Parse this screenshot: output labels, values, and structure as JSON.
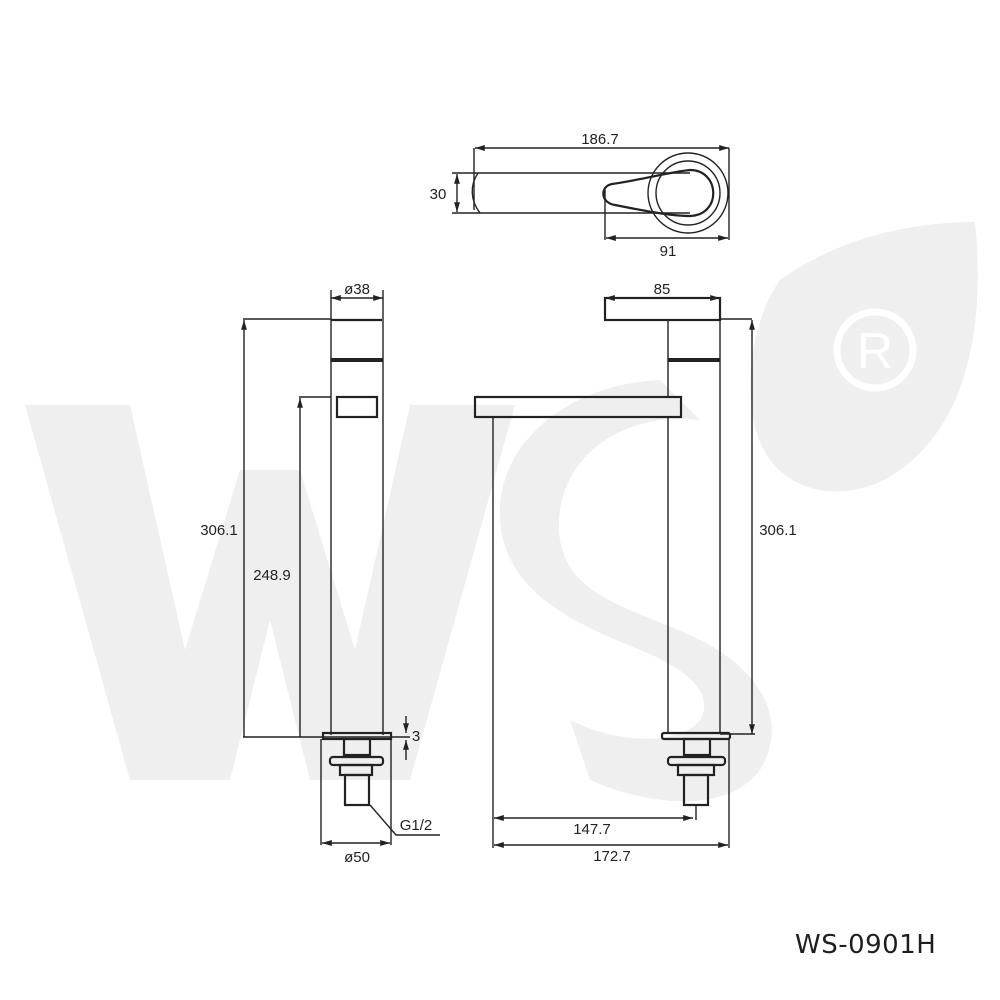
{
  "watermark": {
    "text": "WS",
    "mark": "®",
    "color": "#efefef"
  },
  "top_view": {
    "overall_length": "186.7",
    "spout_width": "30",
    "handle_base": "91"
  },
  "side_view": {
    "body_diameter": "ø38",
    "overall_height": "306.1",
    "spout_height": "248.9",
    "base_thickness": "3",
    "thread": "G1/2",
    "base_diameter": "ø50"
  },
  "front_view": {
    "handle_length": "85",
    "overall_height": "306.1",
    "spout_reach": "147.7",
    "overall_reach": "172.7"
  },
  "model_number": "WS-0901H",
  "colors": {
    "line": "#222222",
    "background": "#ffffff",
    "watermark": "#efefef"
  }
}
